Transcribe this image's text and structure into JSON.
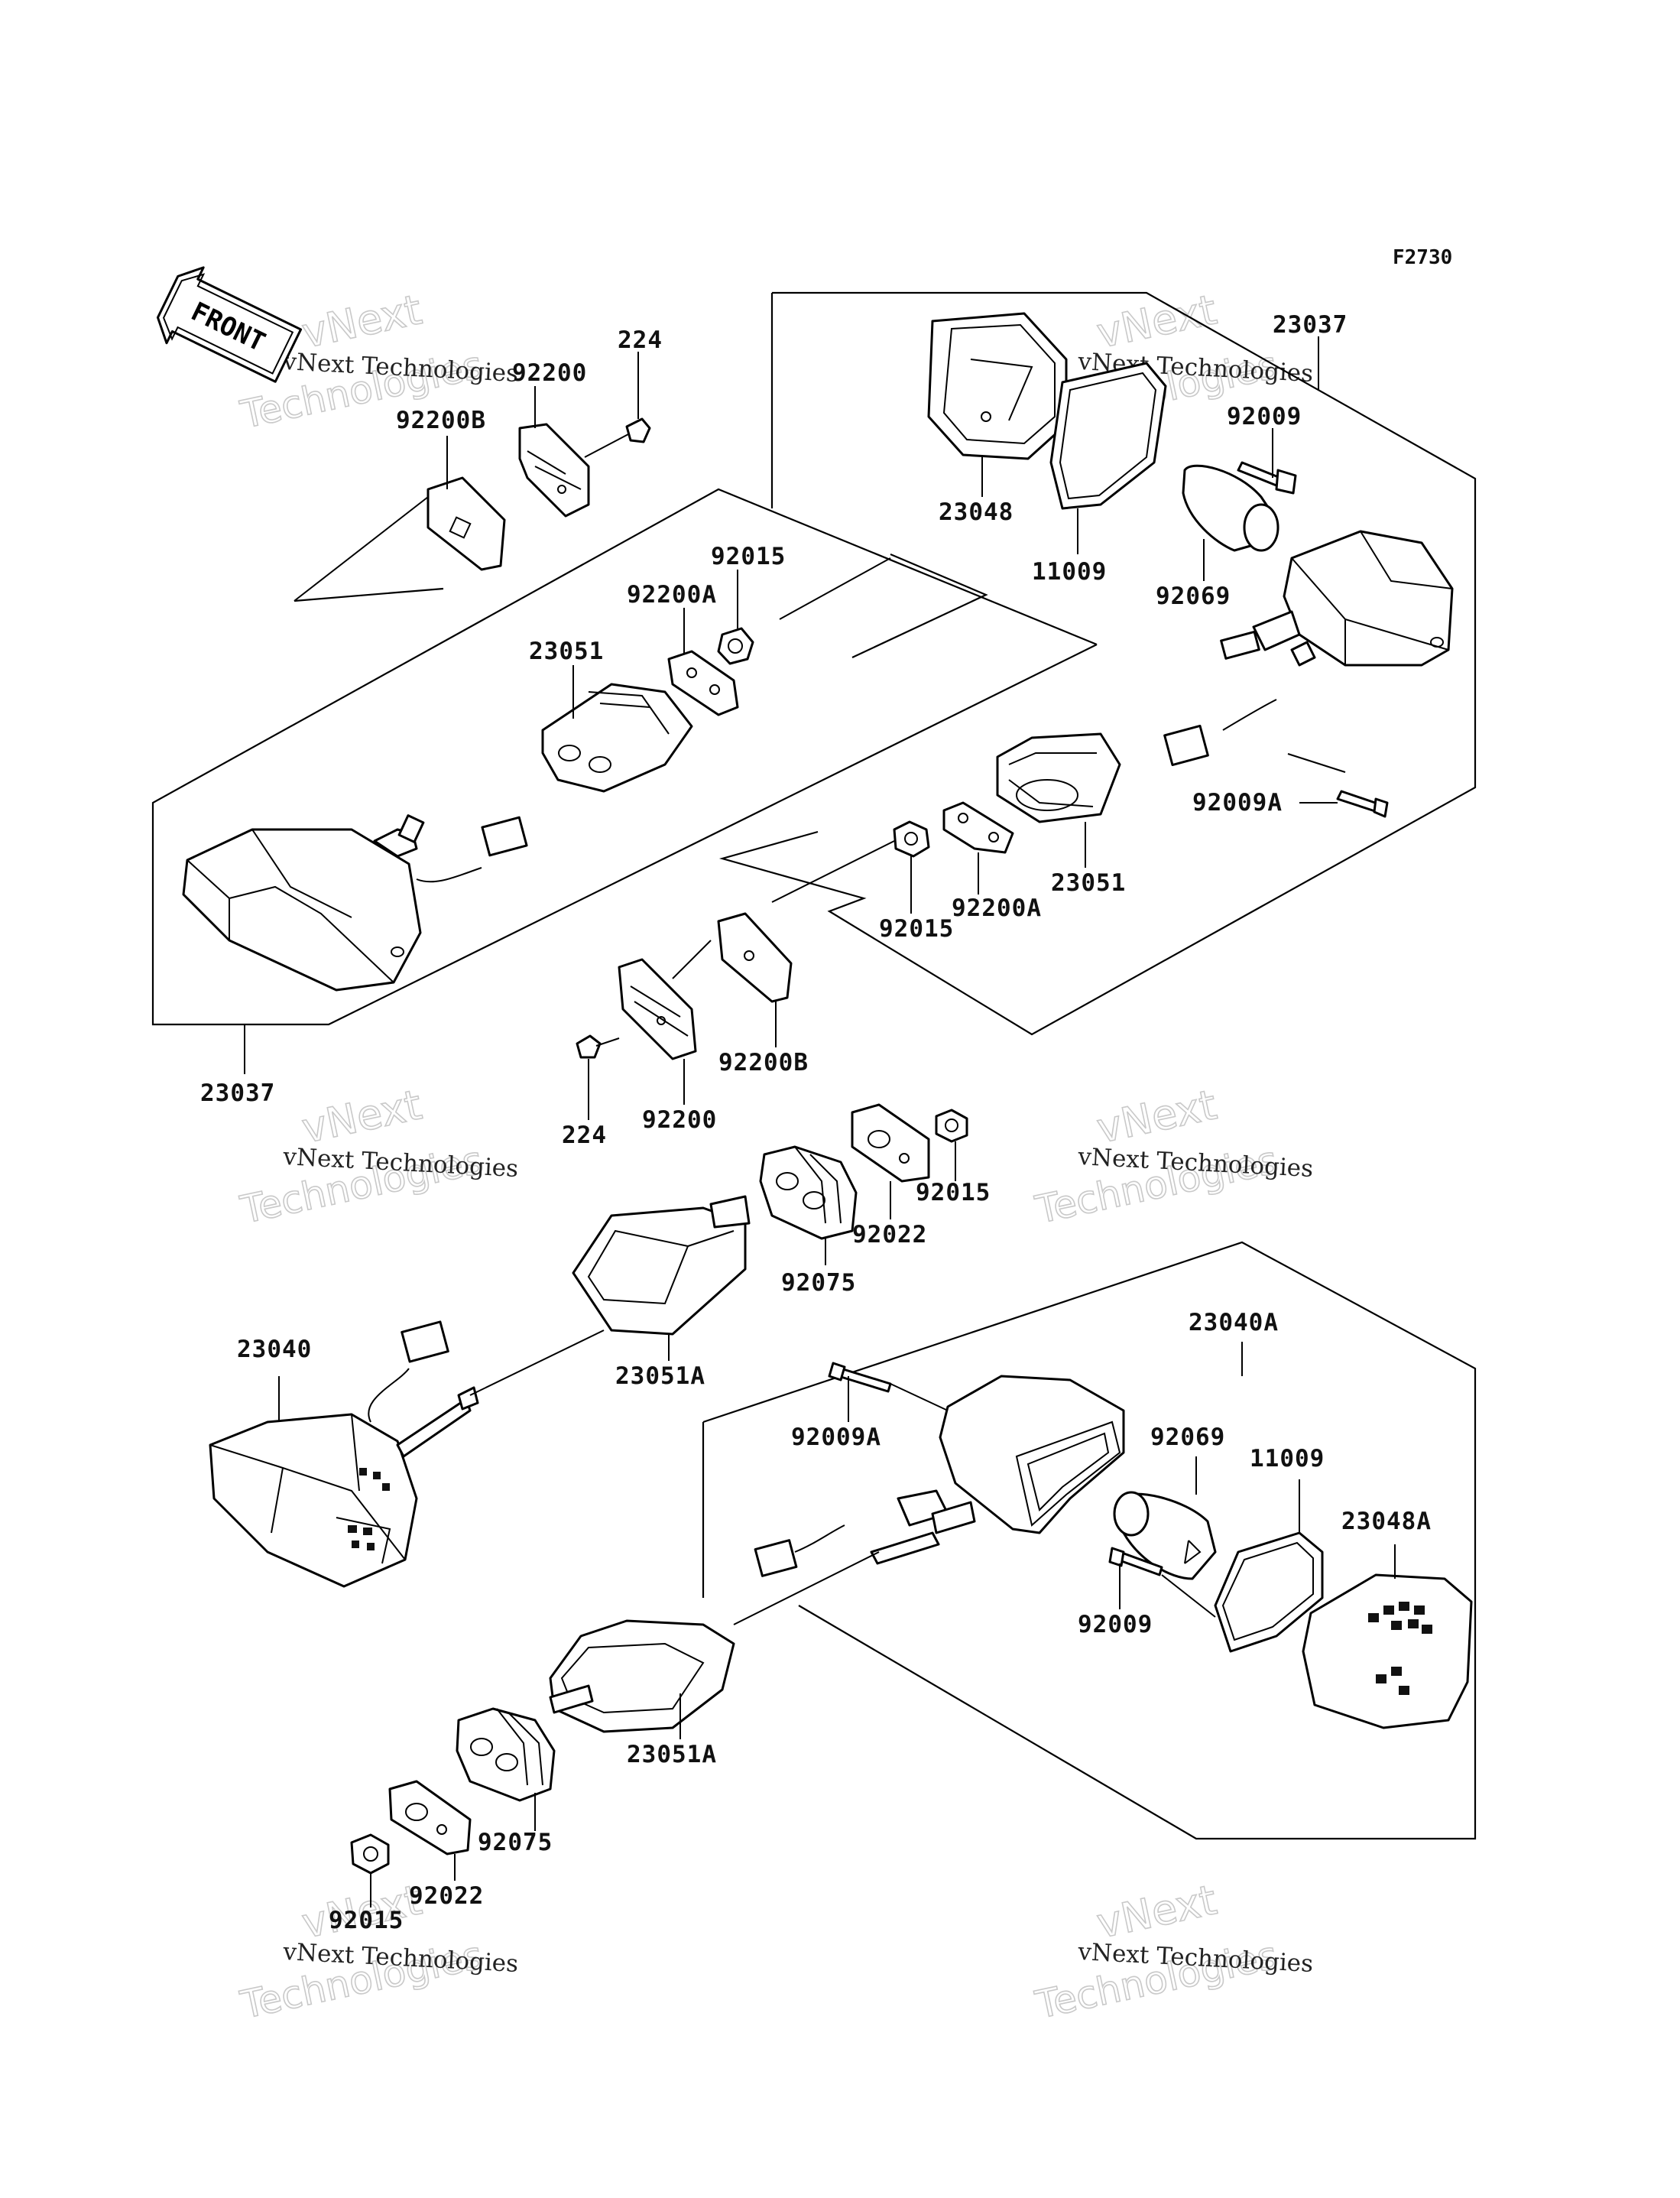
{
  "figure_code": "F2730",
  "front_label": "FRONT",
  "watermark": {
    "line1": "vNext Technologies",
    "line2": "vNext",
    "line3": "Technologies"
  },
  "callouts": {
    "p224_a": "224",
    "p92200_a": "92200",
    "p92200B_a": "92200B",
    "p92015_a": "92015",
    "p92200A_a": "92200A",
    "p23051_a": "23051",
    "p23037_a": "23037",
    "p224_b": "224",
    "p92200_b": "92200",
    "p92200B_b": "92200B",
    "p92015_b": "92015",
    "p92200A_b": "92200A",
    "p23051_b": "23051",
    "p23037_b": "23037",
    "p92009_a": "92009",
    "p23048": "23048",
    "p11009_a": "11009",
    "p92069_a": "92069",
    "p92009A_a": "92009A",
    "p92015_c": "92015",
    "p92022_a": "92022",
    "p92075_a": "92075",
    "p23051A_a": "23051A",
    "p23040": "23040",
    "p23040A": "23040A",
    "p92009A_b": "92009A",
    "p92069_b": "92069",
    "p11009_b": "11009",
    "p23048A": "23048A",
    "p92009_b": "92009",
    "p23051A_b": "23051A",
    "p92075_b": "92075",
    "p92022_b": "92022",
    "p92015_d": "92015"
  }
}
